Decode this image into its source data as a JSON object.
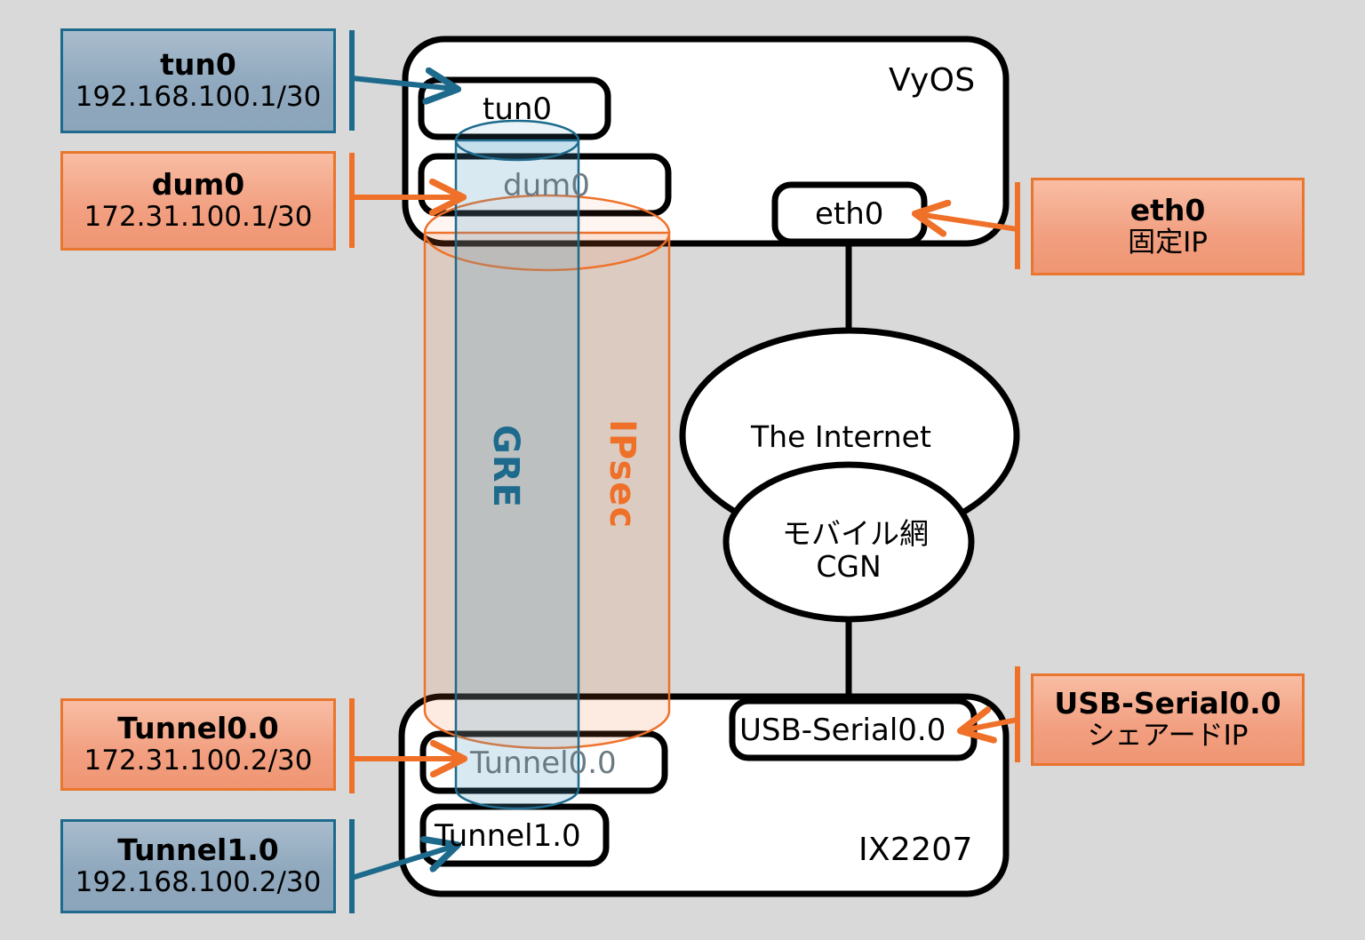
{
  "background_color": "#d9d9d9",
  "palette": {
    "blue_accent": "#1d6a8c",
    "orange_accent": "#ef7028",
    "device_outline": "#000000",
    "dim_text": "#6b7a82"
  },
  "devices": [
    {
      "id": "vyos",
      "name": "VyOS"
    },
    {
      "id": "ix2207",
      "name": "IX2207"
    }
  ],
  "vyos": {
    "title": "VyOS",
    "interfaces": [
      {
        "id": "tun0",
        "label": "tun0"
      },
      {
        "id": "dum0",
        "label": "dum0"
      },
      {
        "id": "eth0",
        "label": "eth0"
      }
    ]
  },
  "ix2207": {
    "title": "IX2207",
    "interfaces": [
      {
        "id": "tunnel0",
        "label": "Tunnel0.0"
      },
      {
        "id": "tunnel1",
        "label": "Tunnel1.0"
      },
      {
        "id": "usb_serial0",
        "label": "USB-Serial0.0"
      }
    ]
  },
  "clouds": [
    {
      "id": "internet",
      "label": "The Internet"
    },
    {
      "id": "mobile_cgn",
      "line1": "モバイル網",
      "line2": "CGN"
    }
  ],
  "tunnels": [
    {
      "id": "gre",
      "label": "GRE",
      "color": "#1d6a8c"
    },
    {
      "id": "ipsec",
      "label": "IPsec",
      "color": "#ef7028"
    }
  ],
  "callouts": [
    {
      "id": "tun0",
      "title": "tun0",
      "sub": "192.168.100.1/30",
      "style": "blue"
    },
    {
      "id": "dum0",
      "title": "dum0",
      "sub": "172.31.100.1/30",
      "style": "orange"
    },
    {
      "id": "eth0",
      "title": "eth0",
      "sub": "固定IP",
      "style": "orange"
    },
    {
      "id": "tunnel0",
      "title": "Tunnel0.0",
      "sub": "172.31.100.2/30",
      "style": "orange"
    },
    {
      "id": "tunnel1",
      "title": "Tunnel1.0",
      "sub": "192.168.100.2/30",
      "style": "blue"
    },
    {
      "id": "usb_serial0",
      "title": "USB-Serial0.0",
      "sub": "シェアードIP",
      "style": "orange"
    }
  ]
}
